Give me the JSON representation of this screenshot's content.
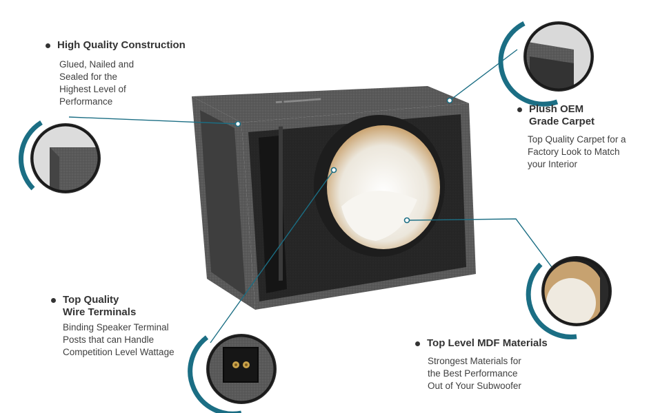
{
  "callouts": {
    "construction": {
      "title": "High Quality Construction",
      "desc": "Glued, Nailed and\nSealed for the\nHighest Level of\nPerformance"
    },
    "carpet": {
      "title": "Plush OEM\nGrade Carpet",
      "desc": "Top Quality Carpet for a\nFactory Look to Match\nyour Interior"
    },
    "terminals": {
      "title": "Top Quality\nWire Terminals",
      "desc": "Binding Speaker Terminal\nPosts that can Handle\nCompetition Level Wattage"
    },
    "mdf": {
      "title": "Top Level MDF Materials",
      "desc": "Strongest Materials for\nthe Best Performance\nOut of  Your Subwoofer"
    }
  },
  "colors": {
    "accent": "#1b6e84",
    "carpet": "#5a5a5a",
    "carpet_dark": "#262626",
    "insulation": "#f1ece4",
    "text": "#333333"
  }
}
